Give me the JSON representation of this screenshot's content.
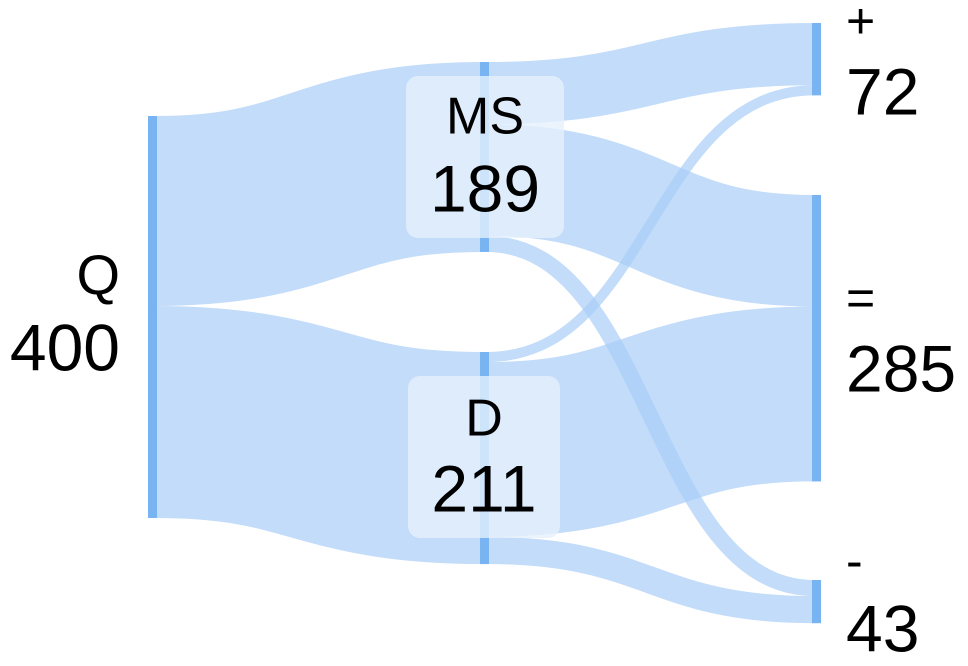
{
  "chart_data": {
    "type": "sankey",
    "colors": {
      "link": "#aacff7",
      "node": "#78b4f2",
      "label_box": "#e6f1fc"
    },
    "nodes": [
      {
        "id": "Q",
        "name": "Q",
        "value": 400
      },
      {
        "id": "MS",
        "name": "MS",
        "value": 189
      },
      {
        "id": "D",
        "name": "D",
        "value": 211
      },
      {
        "id": "plus",
        "name": "+",
        "value": 72
      },
      {
        "id": "eq",
        "name": "=",
        "value": 285
      },
      {
        "id": "minus",
        "name": "-",
        "value": 43
      }
    ],
    "links": [
      {
        "source": "Q",
        "target": "MS",
        "value": 189
      },
      {
        "source": "Q",
        "target": "D",
        "value": 211
      },
      {
        "source": "MS",
        "target": "plus",
        "value": 62
      },
      {
        "source": "MS",
        "target": "eq",
        "value": 111
      },
      {
        "source": "MS",
        "target": "minus",
        "value": 16
      },
      {
        "source": "D",
        "target": "plus",
        "value": 10
      },
      {
        "source": "D",
        "target": "eq",
        "value": 174
      },
      {
        "source": "D",
        "target": "minus",
        "value": 27
      }
    ]
  }
}
